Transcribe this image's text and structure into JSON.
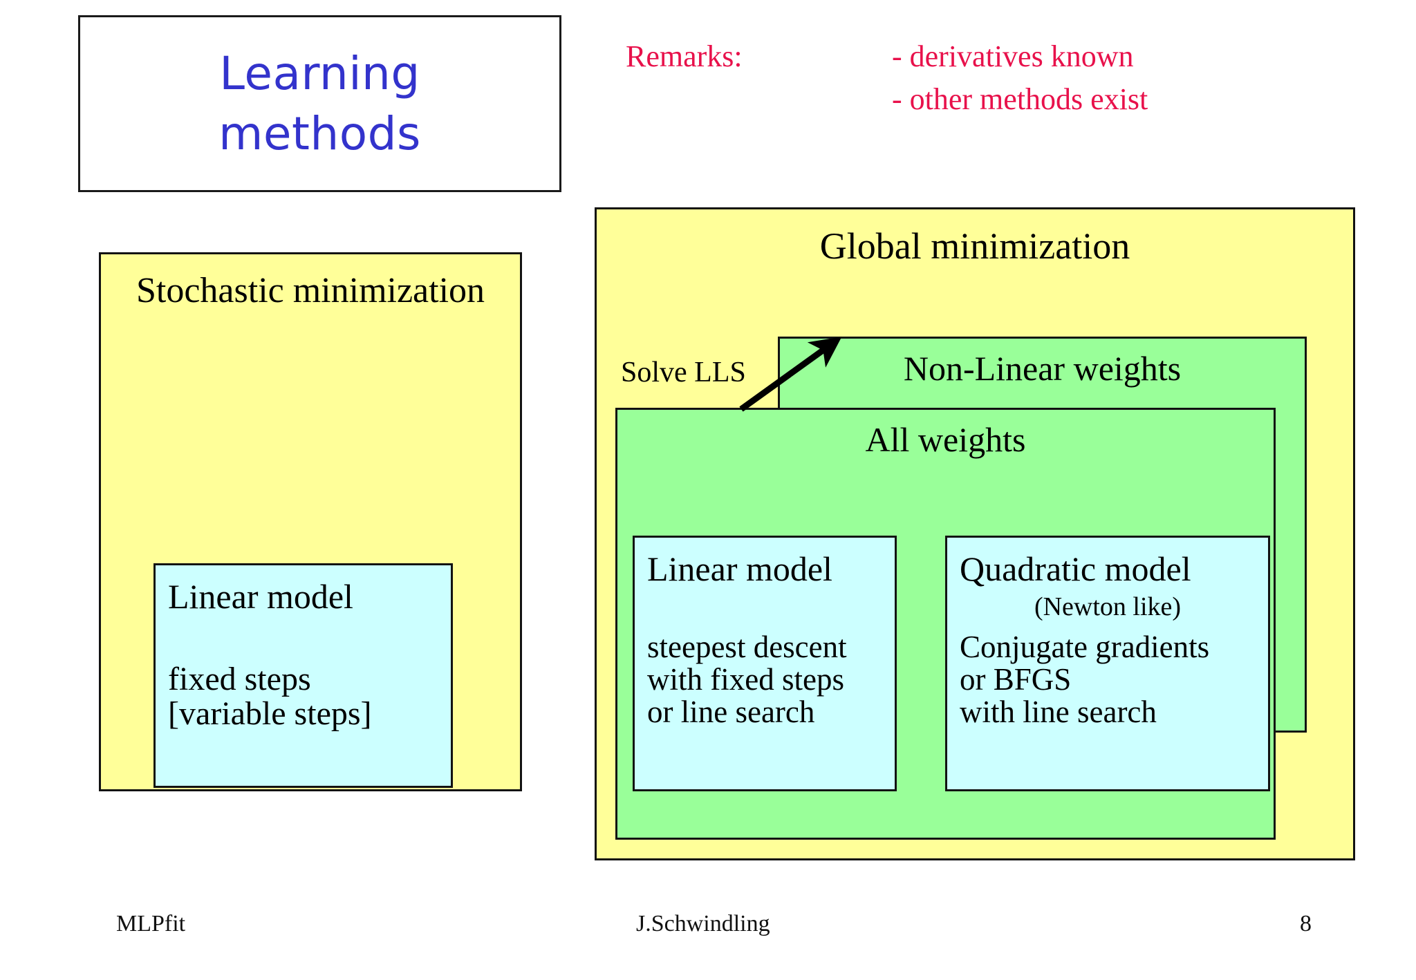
{
  "title": {
    "lines": [
      "Learning",
      "methods"
    ],
    "color": "#3333cc"
  },
  "remarks": {
    "label": "Remarks:",
    "color": "#e8114b",
    "items": [
      "- derivatives known",
      "- other methods exist"
    ]
  },
  "stochastic": {
    "heading": "Stochastic minimization",
    "fill": "#ffff99",
    "linear_model": {
      "title": "Linear model",
      "lines": [
        "fixed steps",
        "[variable steps]"
      ],
      "fill": "#ccffff"
    }
  },
  "global": {
    "heading": "Global minimization",
    "fill": "#ffff99",
    "solve_lls_label": "Solve LLS",
    "nonlinear_weights": {
      "heading": "Non-Linear weights",
      "fill": "#99ff99"
    },
    "all_weights": {
      "heading": "All weights",
      "fill": "#99ff99",
      "linear_model": {
        "title": "Linear model",
        "lines": [
          "steepest descent",
          "with fixed steps",
          "or line search"
        ],
        "fill": "#ccffff"
      },
      "quadratic_model": {
        "title": "Quadratic model",
        "subtitle": "(Newton like)",
        "lines": [
          "Conjugate gradients",
          "or BFGS",
          "with line search"
        ],
        "fill": "#ccffff"
      }
    }
  },
  "footer": {
    "left": "MLPfit",
    "center": "J.Schwindling",
    "page": "8"
  }
}
